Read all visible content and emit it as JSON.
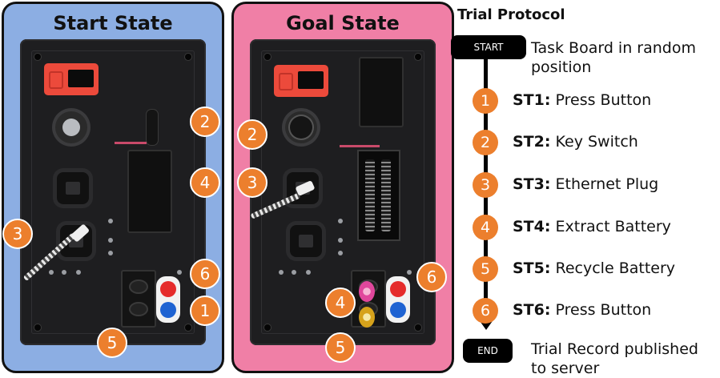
{
  "panels": {
    "start_title": "Start State",
    "goal_title": "Goal State"
  },
  "start_markers": [
    "2",
    "4",
    "3",
    "6",
    "1",
    "5"
  ],
  "goal_markers": [
    "2",
    "3",
    "6",
    "4",
    "5"
  ],
  "protocol": {
    "title": "Trial Protocol",
    "start_label": "START",
    "start_text_line1": "Task Board in random",
    "start_text_line2": "position",
    "end_label": "END",
    "end_text_line1": "Trial Record published",
    "end_text_line2": "to server",
    "steps": [
      {
        "num": "1",
        "code": "ST1:",
        "text": " Press Button"
      },
      {
        "num": "2",
        "code": "ST2:",
        "text": " Key Switch"
      },
      {
        "num": "3",
        "code": "ST3:",
        "text": " Ethernet Plug"
      },
      {
        "num": "4",
        "code": "ST4:",
        "text": " Extract Battery"
      },
      {
        "num": "5",
        "code": "ST5:",
        "text": " Recycle Battery"
      },
      {
        "num": "6",
        "code": "ST6:",
        "text": " Press Button"
      }
    ],
    "marker_color": "#ec7f2d"
  },
  "colors": {
    "start_panel": "#8caee3",
    "goal_panel": "#f07fa6"
  }
}
